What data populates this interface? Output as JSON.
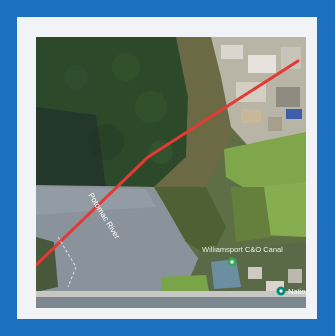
{
  "map": {
    "labels": {
      "river": "Potomac River",
      "canal": "Williamsport C&O Canal",
      "partial_poi": "Natio"
    },
    "route_color": "#e53935",
    "icons": {
      "canal_pin": "park-pin-icon",
      "teal_pin": "poi-pin-icon"
    }
  }
}
